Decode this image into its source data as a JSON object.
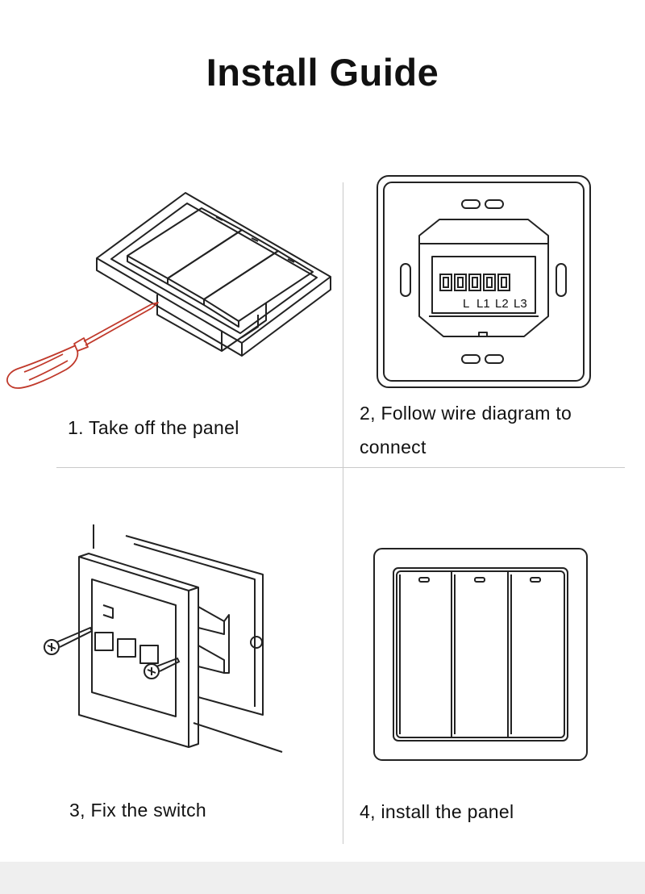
{
  "header": {
    "title": "Install Guide"
  },
  "steps": [
    {
      "caption": "1. Take off the panel"
    },
    {
      "caption": "2, Follow wire diagram to connect"
    },
    {
      "caption": "3, Fix the switch"
    },
    {
      "caption": "4, install the panel"
    }
  ],
  "wiring": {
    "terminals": [
      "L",
      "L1",
      "L2",
      "L3"
    ]
  },
  "colors": {
    "screwdriver": "#c0392b",
    "line": "#222222"
  }
}
